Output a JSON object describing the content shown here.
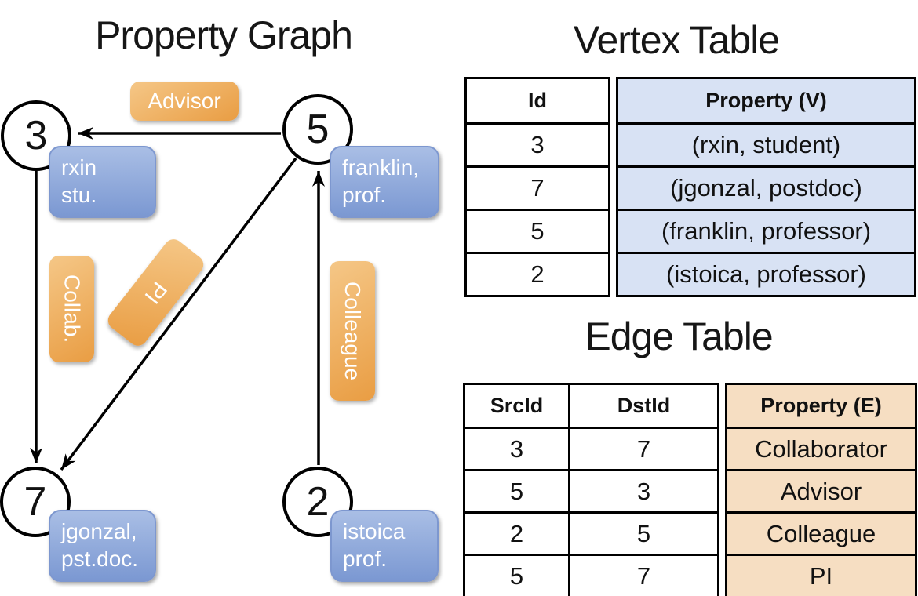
{
  "graph": {
    "title": "Property Graph",
    "nodes": [
      {
        "id": "3"
      },
      {
        "id": "5"
      },
      {
        "id": "7"
      },
      {
        "id": "2"
      }
    ],
    "vertex_boxes": [
      {
        "line1": "rxin",
        "line2": "stu."
      },
      {
        "line1": "franklin,",
        "line2": "prof."
      },
      {
        "line1": "jgonzal,",
        "line2": "pst.doc."
      },
      {
        "line1": "istoica",
        "line2": "prof."
      }
    ],
    "edge_labels": [
      {
        "label": "Advisor"
      },
      {
        "label": "Collab."
      },
      {
        "label": "PI"
      },
      {
        "label": "Colleague"
      }
    ],
    "edges": [
      {
        "src": "5",
        "dst": "3",
        "label": "Advisor"
      },
      {
        "src": "3",
        "dst": "7",
        "label": "Collab."
      },
      {
        "src": "5",
        "dst": "7",
        "label": "PI"
      },
      {
        "src": "2",
        "dst": "5",
        "label": "Colleague"
      }
    ]
  },
  "vertex_table": {
    "title": "Vertex Table",
    "headers": {
      "id": "Id",
      "property": "Property (V)"
    },
    "rows": [
      {
        "id": "3",
        "property": "(rxin, student)"
      },
      {
        "id": "7",
        "property": "(jgonzal, postdoc)"
      },
      {
        "id": "5",
        "property": "(franklin, professor)"
      },
      {
        "id": "2",
        "property": "(istoica, professor)"
      }
    ]
  },
  "edge_table": {
    "title": "Edge Table",
    "headers": {
      "src": "SrcId",
      "dst": "DstId",
      "property": "Property (E)"
    },
    "rows": [
      {
        "src": "3",
        "dst": "7",
        "property": "Collaborator"
      },
      {
        "src": "5",
        "dst": "3",
        "property": "Advisor"
      },
      {
        "src": "2",
        "dst": "5",
        "property": "Colleague"
      },
      {
        "src": "5",
        "dst": "7",
        "property": "PI"
      }
    ]
  },
  "colors": {
    "edge_label_orange_top": "#f5c787",
    "edge_label_orange_bottom": "#e99d43",
    "vertex_box_blue_top": "#a9bee5",
    "vertex_box_blue_bottom": "#7b98d2",
    "vertex_table_fill": "#d8e2f4",
    "edge_table_fill": "#f6dec2",
    "line_color": "#000000"
  }
}
